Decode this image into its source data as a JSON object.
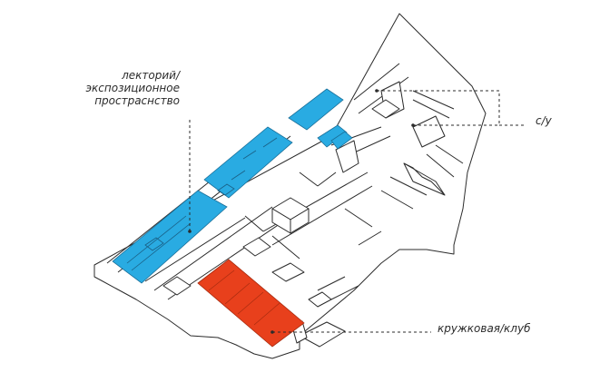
{
  "diagram": {
    "labels": {
      "lecture_line1": "лекторий/",
      "lecture_line2": "экспозиционное",
      "lecture_line3": "простраснство",
      "wc": "с/у",
      "club": "кружковая/клуб"
    },
    "colors": {
      "lecture_zone": "#29abe2",
      "club_zone": "#e8401c",
      "walls": "#2b2b2b",
      "leader": "#2b2b2b"
    }
  }
}
